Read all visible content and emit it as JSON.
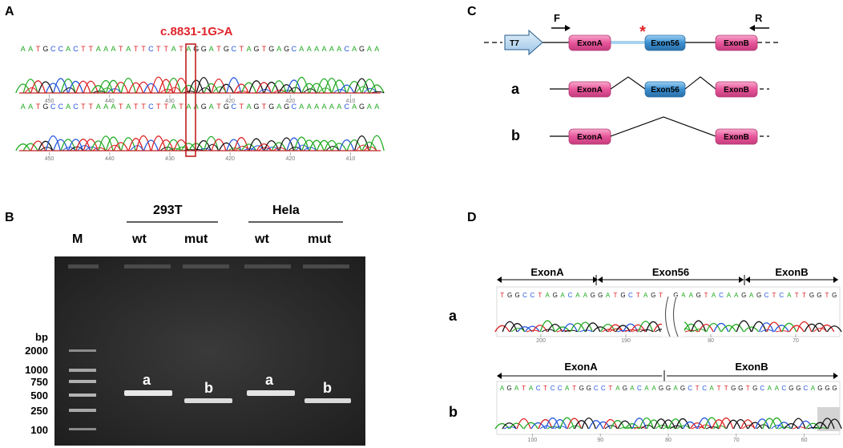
{
  "panels": {
    "A": {
      "label": "A",
      "mutation": "c.8831-1G>A",
      "seq_top": "AATGCCACTTAAATATTCTTATAGGATGCTAGTGAGCAAAAAACAGAA",
      "seq_bottom": "AATGCCACTTAAATATTCTTATAAGATGCTAGTGAGCAAAAAACAGAA",
      "axis_top": [
        "450",
        "440",
        "430",
        "420",
        "420",
        "410"
      ],
      "axis_bottom": [
        "450",
        "440",
        "430",
        "420",
        "420",
        "410"
      ]
    },
    "B": {
      "label": "B",
      "group1": "293T",
      "group2": "Hela",
      "lane_marker": "M",
      "lanes": [
        "wt",
        "mut",
        "wt",
        "mut"
      ],
      "bp_label": "bp",
      "ladder": [
        "2000",
        "1000",
        "750",
        "500",
        "250",
        "100"
      ],
      "band_labels": [
        "a",
        "b",
        "a",
        "b"
      ]
    },
    "C": {
      "label": "C",
      "promoter": "T7",
      "primer_f": "F",
      "primer_r": "R",
      "star": "*",
      "exon_a": "ExonA",
      "exon_56": "Exon56",
      "exon_b": "ExonB",
      "row_a": "a",
      "row_b": "b"
    },
    "D": {
      "label": "D",
      "row_a": "a",
      "row_b": "b",
      "a_regions": [
        "ExonA",
        "Exon56",
        "ExonB"
      ],
      "a_seq": "TGGCCTAGACAAGGATGCTAGT GAAGTACAAGAGCTCATTGGTG",
      "a_axis": [
        "200",
        "190",
        "80",
        "70"
      ],
      "b_regions": [
        "ExonA",
        "ExonB"
      ],
      "b_seq": "AGATACTCCATGGCCTAGACAAGGAGCTCATTGGTGCAACGGCAGGG",
      "b_axis": [
        "100",
        "90",
        "80",
        "70",
        "60"
      ]
    }
  },
  "colors": {
    "A": "#22aa22",
    "C": "#2255dd",
    "G": "#111111",
    "T": "#dd2222",
    "mutation": "#e0242b",
    "exon_pink": "#e8559a",
    "exon_blue": "#3a8fd1",
    "gel": "#303030"
  }
}
